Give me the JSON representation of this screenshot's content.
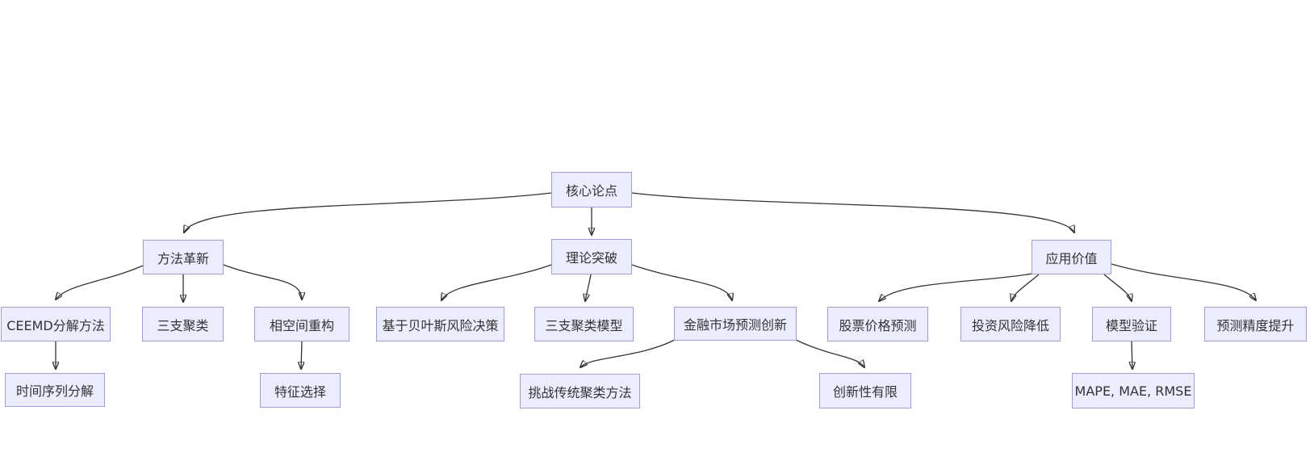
{
  "diagram": {
    "type": "flowchart",
    "direction": "top-down",
    "background_color": "#ffffff",
    "node_fill_color": "#ECECFF",
    "node_border_color": "#a39bd6",
    "edge_color": "#333333",
    "text_color": "#333333",
    "nodes": [
      {
        "id": "core-thesis",
        "label": "核心论点"
      },
      {
        "id": "method-innovation",
        "label": "方法革新"
      },
      {
        "id": "theory-breakthrough",
        "label": "理论突破"
      },
      {
        "id": "application-value",
        "label": "应用价值"
      },
      {
        "id": "ceemd-decomposition",
        "label": "CEEMD分解方法"
      },
      {
        "id": "three-way-clustering",
        "label": "三支聚类"
      },
      {
        "id": "phase-space-reconstruction",
        "label": "相空间重构"
      },
      {
        "id": "bayesian-risk-decision",
        "label": "基于贝叶斯风险决策"
      },
      {
        "id": "three-way-clustering-model",
        "label": "三支聚类模型"
      },
      {
        "id": "financial-market-forecast-innovation",
        "label": "金融市场预测创新"
      },
      {
        "id": "stock-price-forecast",
        "label": "股票价格预测"
      },
      {
        "id": "investment-risk-reduction",
        "label": "投资风险降低"
      },
      {
        "id": "model-validation",
        "label": "模型验证"
      },
      {
        "id": "forecast-accuracy-improvement",
        "label": "预测精度提升"
      },
      {
        "id": "time-series-decomposition",
        "label": "时间序列分解"
      },
      {
        "id": "feature-selection",
        "label": "特征选择"
      },
      {
        "id": "challenge-traditional-clustering",
        "label": "挑战传统聚类方法"
      },
      {
        "id": "limited-novelty",
        "label": "创新性有限"
      },
      {
        "id": "evaluation-metrics",
        "label": "MAPE, MAE, RMSE"
      }
    ],
    "edges": [
      {
        "from": "core-thesis",
        "to": "method-innovation"
      },
      {
        "from": "core-thesis",
        "to": "theory-breakthrough"
      },
      {
        "from": "core-thesis",
        "to": "application-value"
      },
      {
        "from": "method-innovation",
        "to": "ceemd-decomposition"
      },
      {
        "from": "method-innovation",
        "to": "three-way-clustering"
      },
      {
        "from": "method-innovation",
        "to": "phase-space-reconstruction"
      },
      {
        "from": "theory-breakthrough",
        "to": "bayesian-risk-decision"
      },
      {
        "from": "theory-breakthrough",
        "to": "three-way-clustering-model"
      },
      {
        "from": "theory-breakthrough",
        "to": "financial-market-forecast-innovation"
      },
      {
        "from": "application-value",
        "to": "stock-price-forecast"
      },
      {
        "from": "application-value",
        "to": "investment-risk-reduction"
      },
      {
        "from": "application-value",
        "to": "model-validation"
      },
      {
        "from": "application-value",
        "to": "forecast-accuracy-improvement"
      },
      {
        "from": "ceemd-decomposition",
        "to": "time-series-decomposition"
      },
      {
        "from": "phase-space-reconstruction",
        "to": "feature-selection"
      },
      {
        "from": "financial-market-forecast-innovation",
        "to": "challenge-traditional-clustering"
      },
      {
        "from": "financial-market-forecast-innovation",
        "to": "limited-novelty"
      },
      {
        "from": "model-validation",
        "to": "evaluation-metrics"
      }
    ]
  }
}
